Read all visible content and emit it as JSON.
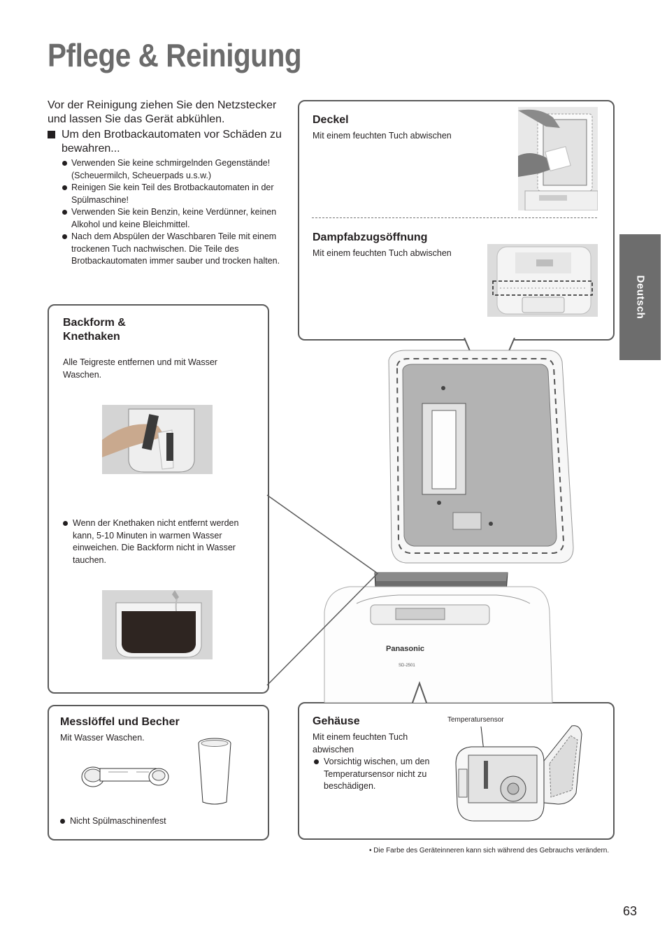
{
  "page": {
    "title": "Pflege & Reinigung",
    "side_tab": "Deutsch",
    "page_number": "63",
    "footnote": "• Die Farbe des Geräteinneren kann sich während des Gebrauchs verändern."
  },
  "intro": {
    "lead": "Vor der Reinigung ziehen Sie den Netzstecker und lassen Sie das Gerät abkühlen.",
    "square_item": "Um den Brotbackautomaten vor Schäden zu bewahren...",
    "bullets": [
      "Verwenden Sie keine schmirgelnden Gegenstände! (Scheuermilch, Scheuerpads u.s.w.)",
      "Reinigen Sie kein Teil des Brotbackautomaten in der Spülmaschine!",
      "Verwenden Sie kein Benzin, keine Verdünner, keinen Alkohol und keine Bleichmittel.",
      "Nach dem Abspülen der Waschbaren Teile mit einem trockenen Tuch nachwischen. Die Teile des Brotbackautomaten immer sauber und trocken halten."
    ]
  },
  "deckel": {
    "heading": "Deckel",
    "text": "Mit einem feuchten Tuch abwischen"
  },
  "dampf": {
    "heading": "Dampfabzugsöffnung",
    "text": "Mit einem feuchten Tuch abwischen"
  },
  "backform": {
    "heading_line1": "Backform &",
    "heading_line2": "Knethaken",
    "text": "Alle Teigreste entfernen und mit Wasser Waschen.",
    "bullet": "Wenn der Knethaken nicht entfernt werden kann, 5-10 Minuten in warmen Wasser einweichen. Die Backform nicht in Wasser tauchen."
  },
  "messloeffel": {
    "heading": "Messlöffel und Becher",
    "text": "Mit Wasser Waschen.",
    "bullet": "Nicht Spülmaschinenfest"
  },
  "gehaeuse": {
    "heading": "Gehäuse",
    "text": "Mit einem feuchten Tuch abwischen",
    "bullet": "Vorsichtig wischen, um den Temperatursensor nicht zu beschädigen.",
    "sensor_label": "Temperatursensor"
  },
  "machine": {
    "brand": "Panasonic",
    "model": "SD-2501"
  }
}
